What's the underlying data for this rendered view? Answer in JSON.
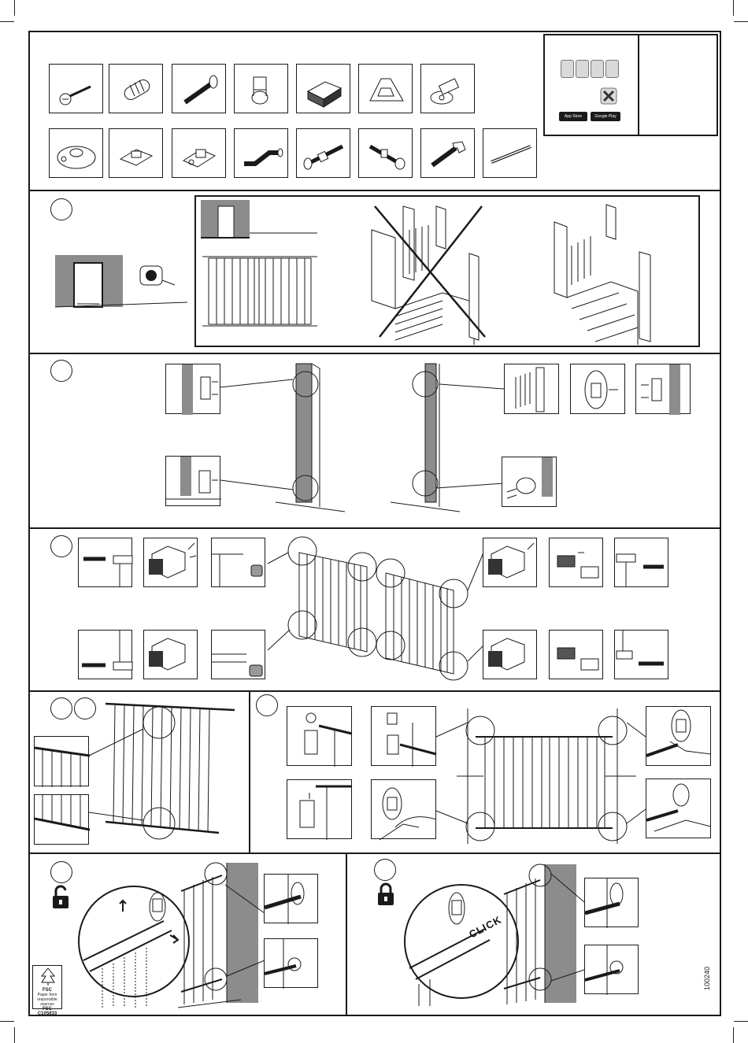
{
  "store_badges": {
    "app_store": "App Store",
    "google_play": "Google Play"
  },
  "annotations": {
    "click_label": "CLICK"
  },
  "fsc_label": {
    "mark": "FSC",
    "line1": "Paper from",
    "line2": "responsible sources",
    "code": "FSC C105833"
  },
  "document_number": "100240",
  "colors": {
    "line": "#1a1a1a",
    "wall_fill": "#8c8c8c",
    "panel_fill": "#d9d9d9"
  }
}
